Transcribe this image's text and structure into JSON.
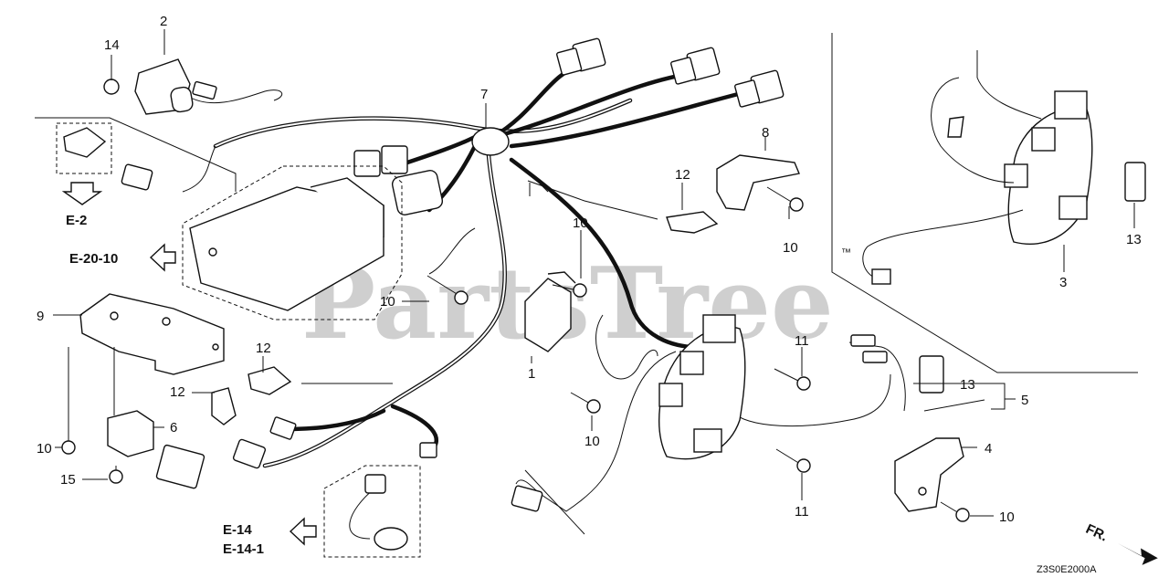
{
  "watermark": "PartsTree",
  "trademark": "™",
  "drawing_code": "Z3S0E2000A",
  "front_marker": "FR.",
  "refs": {
    "e2": "E-2",
    "e2010": "E-20-10",
    "e14": "E-14",
    "e141": "E-14-1"
  },
  "callouts": {
    "c1": "1",
    "c2": "2",
    "c3": "3",
    "c4": "4",
    "c5": "5",
    "c6": "6",
    "c7": "7",
    "c8": "8",
    "c9": "9",
    "c10a": "10",
    "c10b": "10",
    "c10c": "10",
    "c10d": "10",
    "c10e": "10",
    "c10f": "10",
    "c11a": "11",
    "c11b": "11",
    "c12a": "12",
    "c12b": "12",
    "c12c": "12",
    "c13a": "13",
    "c13b": "13",
    "c14": "14",
    "c15": "15"
  }
}
